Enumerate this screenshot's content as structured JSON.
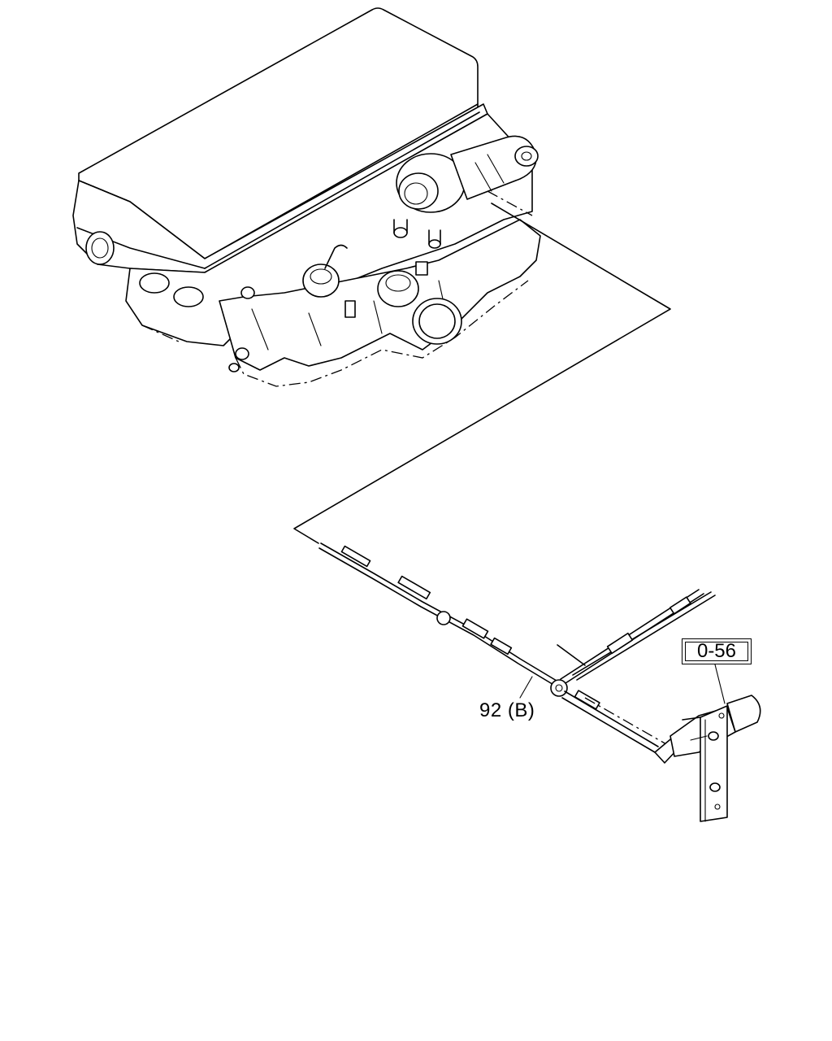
{
  "diagram": {
    "callouts": {
      "part_number": "92 (B)",
      "reference": "0-56"
    },
    "components": {
      "engine": "engine-block",
      "cable": "accelerator-cable",
      "bracket": "mounting-bracket"
    },
    "colors": {
      "line": "#000000",
      "background": "#ffffff"
    }
  }
}
